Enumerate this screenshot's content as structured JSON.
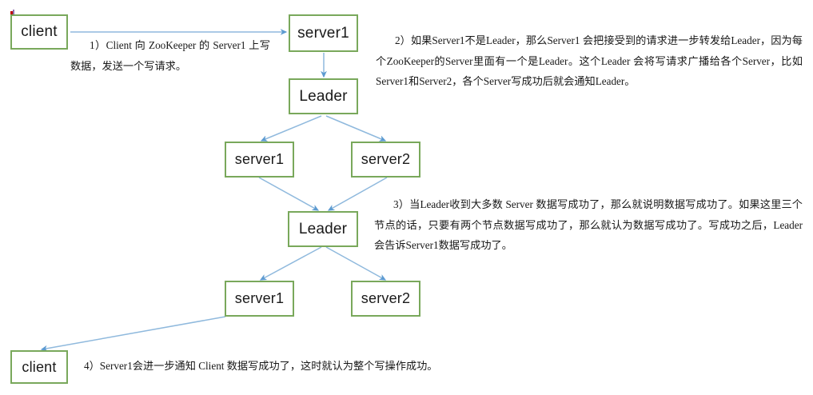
{
  "diagram": {
    "title": "ZooKeeper write request flow",
    "accent_border": "#79a85b",
    "arrow_color": "#6fa8d4",
    "nodes": [
      {
        "id": "client-top",
        "label": "client"
      },
      {
        "id": "server1-top",
        "label": "server1"
      },
      {
        "id": "leader-top",
        "label": "Leader"
      },
      {
        "id": "server1-mid",
        "label": "server1"
      },
      {
        "id": "server2-mid",
        "label": "server2"
      },
      {
        "id": "leader-bottom",
        "label": "Leader"
      },
      {
        "id": "server1-bot",
        "label": "server1"
      },
      {
        "id": "server2-bot",
        "label": "server2"
      },
      {
        "id": "client-bottom",
        "label": "client"
      }
    ],
    "steps": [
      {
        "id": "step-1",
        "text": "1）Client 向 ZooKeeper 的 Server1 上写数据，发送一个写请求。"
      },
      {
        "id": "step-2",
        "text": "2）如果Server1不是Leader，那么Server1 会把接受到的请求进一步转发给Leader，因为每个ZooKeeper的Server里面有一个是Leader。这个Leader 会将写请求广播给各个Server，比如Server1和Server2，各个Server写成功后就会通知Leader。"
      },
      {
        "id": "step-3",
        "text": "3）当Leader收到大多数 Server 数据写成功了，那么就说明数据写成功了。如果这里三个节点的话，只要有两个节点数据写成功了，那么就认为数据写成功了。写成功之后，Leader会告诉Server1数据写成功了。"
      },
      {
        "id": "step-4",
        "text": "4）Server1会进一步通知 Client 数据写成功了，这时就认为整个写操作成功。"
      }
    ]
  }
}
